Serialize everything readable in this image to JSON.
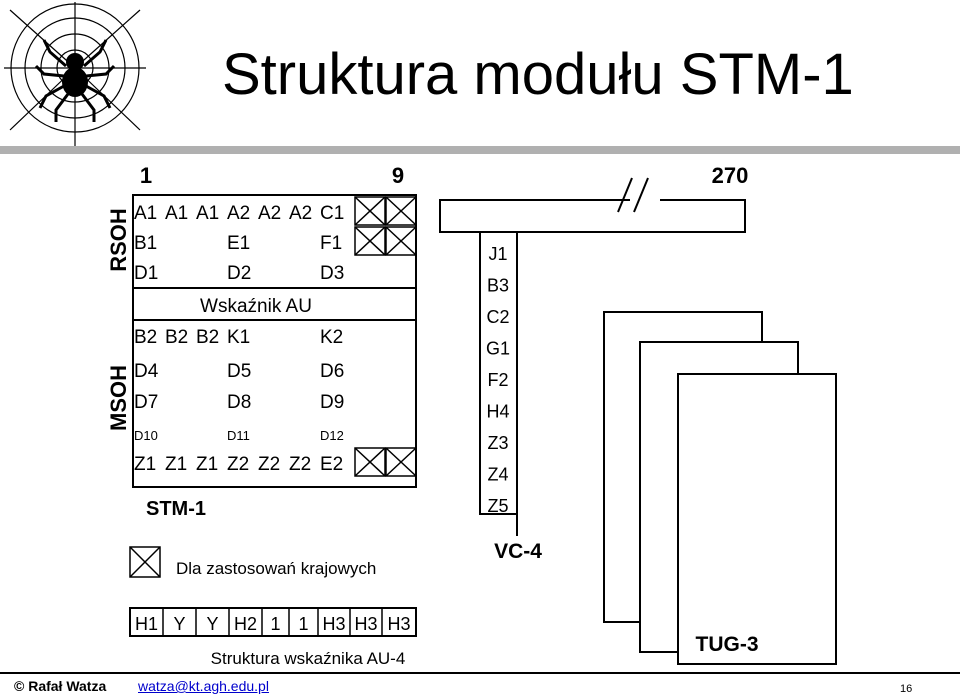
{
  "slide": {
    "title": "Struktura modułu STM-1",
    "column_markers": {
      "first": "1",
      "ninth": "9",
      "last": "270"
    },
    "side_labels": {
      "rsoh": "RSOH",
      "msoh": "MSOH"
    },
    "overhead_rows": [
      [
        "A1",
        "A1",
        "A1",
        "A2",
        "A2",
        "A2",
        "C1",
        "X",
        "X"
      ],
      [
        "B1",
        "",
        "",
        "E1",
        "",
        "",
        "F1",
        "X",
        "X"
      ],
      [
        "D1",
        "",
        "",
        "D2",
        "",
        "",
        "D3",
        "",
        ""
      ],
      [
        "B2",
        "B2",
        "B2",
        "K1",
        "",
        "",
        "K2",
        "",
        ""
      ],
      [
        "D4",
        "",
        "",
        "D5",
        "",
        "",
        "D6",
        "",
        ""
      ],
      [
        "D7",
        "",
        "",
        "D8",
        "",
        "",
        "D9",
        "",
        ""
      ],
      [
        "D10",
        "",
        "",
        "D11",
        "",
        "",
        "D12",
        "",
        ""
      ],
      [
        "Z1",
        "Z1",
        "Z1",
        "Z2",
        "Z2",
        "Z2",
        "E2",
        "X",
        "X"
      ]
    ],
    "pointer_label": "Wskaźnik AU",
    "stm_label": "STM-1",
    "legend_text": "Dla zastosowań krajowych",
    "poh_bytes": [
      "J1",
      "B3",
      "C2",
      "G1",
      "F2",
      "H4",
      "Z3",
      "Z4",
      "Z5"
    ],
    "vc_label": "VC-4",
    "tug_label": "TUG-3",
    "au_pointer_bytes": [
      "H1",
      "Y",
      "Y",
      "H2",
      "1",
      "1",
      "H3",
      "H3",
      "H3"
    ],
    "au_pointer_caption": "Struktura wskaźnika AU-4",
    "footer": {
      "author": "© Rafał Watza",
      "email": "watza@kt.agh.edu.pl",
      "page": "16"
    }
  }
}
